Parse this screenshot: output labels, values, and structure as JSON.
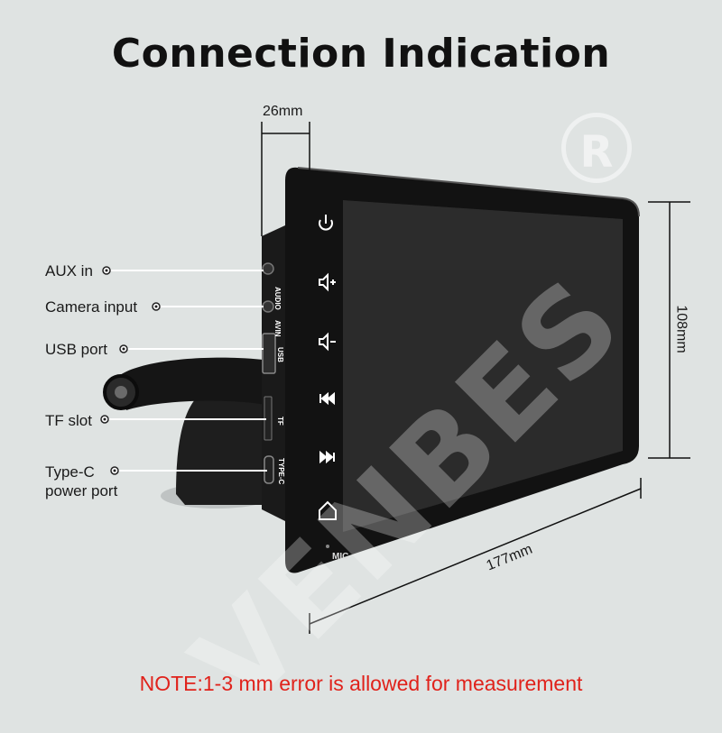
{
  "title": "Connection Indication",
  "note": "NOTE:1-3 mm error is allowed for measurement",
  "dimensions": {
    "depth": "26mm",
    "height": "108mm",
    "width": "177mm"
  },
  "callouts": {
    "aux": "AUX in",
    "camera": "Camera input",
    "usb": "USB port",
    "tf": "TF slot",
    "typec_line1": "Type-C",
    "typec_line2": "power port"
  },
  "port_labels": {
    "audio": "AUDIO",
    "avin": "AVIN",
    "usb": "USB",
    "tf": "TF",
    "typec": "TYPE-C"
  },
  "device": {
    "mic_label": "MIC",
    "brand_watermark": "VENBES",
    "registered_mark": "R",
    "buttons": [
      "power-icon",
      "volume-up-icon",
      "volume-down-icon",
      "previous-track-icon",
      "next-track-icon",
      "home-icon"
    ]
  },
  "colors": {
    "background": "#dfe3e2",
    "note": "#e0221b",
    "screen": "#2b2b2b",
    "bezel": "#121212"
  }
}
